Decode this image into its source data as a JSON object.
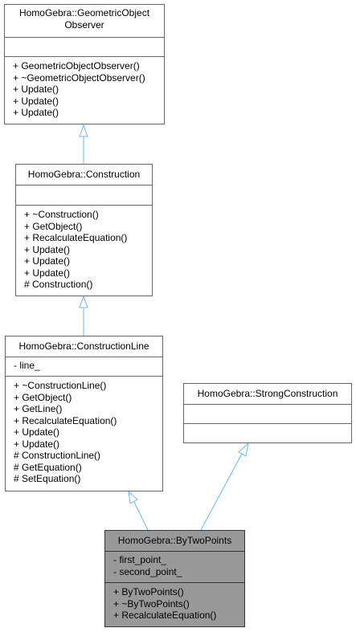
{
  "colors": {
    "edge": "#63b8ff",
    "box_border": "#666666",
    "highlight_fill": "#999999",
    "highlight_border": "#333333"
  },
  "classes": {
    "geometric_object_observer": {
      "title": "HomoGebra::GeometricObject\nObserver",
      "attributes": [],
      "methods": [
        "+ GeometricObjectObserver()",
        "+ ~GeometricObjectObserver()",
        "+ Update()",
        "+ Update()",
        "+ Update()"
      ]
    },
    "construction": {
      "title": "HomoGebra::Construction",
      "attributes": [],
      "methods": [
        "+ ~Construction()",
        "+ GetObject()",
        "+ RecalculateEquation()",
        "+ Update()",
        "+ Update()",
        "+ Update()",
        "# Construction()"
      ]
    },
    "construction_line": {
      "title": "HomoGebra::ConstructionLine",
      "attributes": [
        "- line_"
      ],
      "methods": [
        "+ ~ConstructionLine()",
        "+ GetObject()",
        "+ GetLine()",
        "+ RecalculateEquation()",
        "+ Update()",
        "+ Update()",
        "# ConstructionLine()",
        "# GetEquation()",
        "# SetEquation()"
      ]
    },
    "strong_construction": {
      "title": "HomoGebra::StrongConstruction",
      "attributes": [],
      "methods": []
    },
    "by_two_points": {
      "title": "HomoGebra::ByTwoPoints",
      "attributes": [
        "- first_point_",
        "- second_point_"
      ],
      "methods": [
        "+ ByTwoPoints()",
        "+ ~ByTwoPoints()",
        "+ RecalculateEquation()"
      ]
    }
  }
}
